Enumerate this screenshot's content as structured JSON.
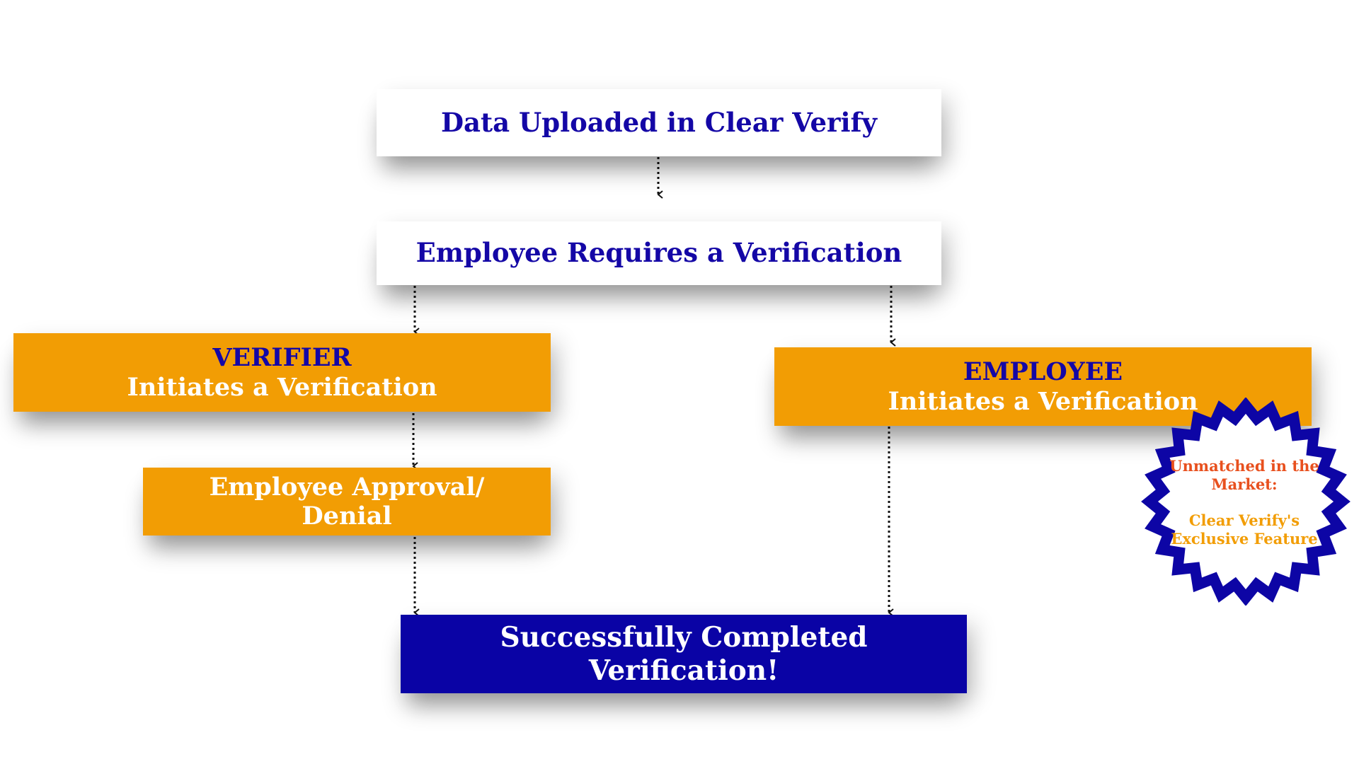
{
  "flowchart": {
    "step_upload": "Data Uploaded in Clear Verify",
    "step_requires": "Employee Requires a Verification",
    "verifier_role": "VERIFIER",
    "verifier_action": "Initiates a Verification",
    "employee_role": "EMPLOYEE",
    "employee_action": "Initiates a Verification",
    "approval_line1": "Employee Approval/",
    "approval_line2": "Denial",
    "complete_line1": "Successfully Completed",
    "complete_line2": "Verification!"
  },
  "badge": {
    "line1": "Unmatched in the Market:",
    "line2": "Clear Verify's Exclusive Feature"
  },
  "colors": {
    "navy": "#1407a6",
    "orange": "#f29d04",
    "deep_blue": "#0a03a5",
    "badge_red": "#e8501e"
  }
}
